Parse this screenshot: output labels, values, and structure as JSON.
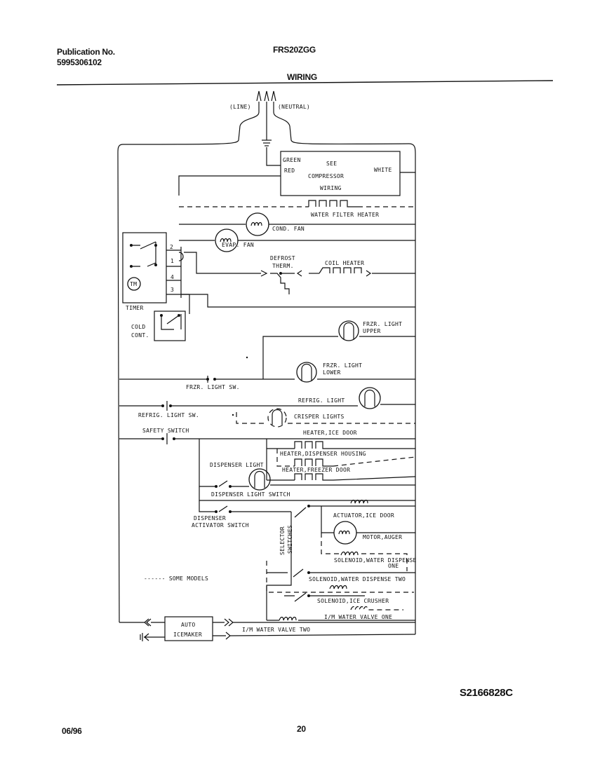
{
  "header": {
    "pub_label": "Publication No.",
    "pub_number": "5995306102",
    "model": "FRS20ZGG",
    "section": "WIRING"
  },
  "diagram": {
    "line": "(LINE)",
    "neutral": "(NEUTRAL)",
    "green": "GREEN",
    "see": "SEE",
    "red": "RED",
    "compressor": "COMPRESSOR",
    "white": "WHITE",
    "wiring": "WIRING",
    "water_filter_heater": "WATER FILTER HEATER",
    "cond_fan": "COND. FAN",
    "evap_fan": "EVAP. FAN",
    "defrost": "DEFROST",
    "therm": "THERM.",
    "coil_heater": "COIL HEATER",
    "timer": "TIMER",
    "tm": "TM",
    "t2": "2",
    "t1": "1",
    "t4": "4",
    "t3": "3",
    "cold": "COLD",
    "cont": "CONT.",
    "frzr_light_1": "FRZR. LIGHT",
    "upper": "UPPER",
    "frzr_light_2": "FRZR. LIGHT",
    "lower": "LOWER",
    "frzr_light_sw": "FRZR. LIGHT SW.",
    "refrig_light": "REFRIG. LIGHT",
    "refrig_light_sw": "REFRIG. LIGHT SW.",
    "crisper_lights": "CRISPER LIGHTS",
    "safety_switch": "SAFETY SWITCH",
    "heater_ice_door": "HEATER,ICE DOOR",
    "heater_disp_housing": "HEATER,DISPENSER HOUSING",
    "heater_freezer_door": "HEATER,FREEZER DOOR",
    "dispenser_light": "DISPENSER LIGHT",
    "dispenser_light_switch": "DISPENSER LIGHT SWITCH",
    "dispenser": "DISPENSER",
    "activator_switch": "ACTIVATOR SWITCH",
    "selector": "SELECTOR",
    "switches": "SWITCHES",
    "actuator_ice_door": "ACTUATOR,ICE DOOR",
    "motor_auger": "MOTOR,AUGER",
    "sol_water_one_a": "SOLENOID,WATER DISPENSE",
    "sol_water_one_b": "ONE",
    "sol_water_two": "SOLENOID,WATER DISPENSE TWO",
    "sol_ice_crusher": "SOLENOID,ICE CRUSHER",
    "some_models": "------ SOME MODELS",
    "auto": "AUTO",
    "icemaker": "ICEMAKER",
    "im_valve_one": "I/M WATER VALVE ONE",
    "im_valve_two": "I/M WATER VALVE TWO"
  },
  "footer": {
    "part_code": "S2166828C",
    "date": "06/96",
    "page": "20"
  }
}
